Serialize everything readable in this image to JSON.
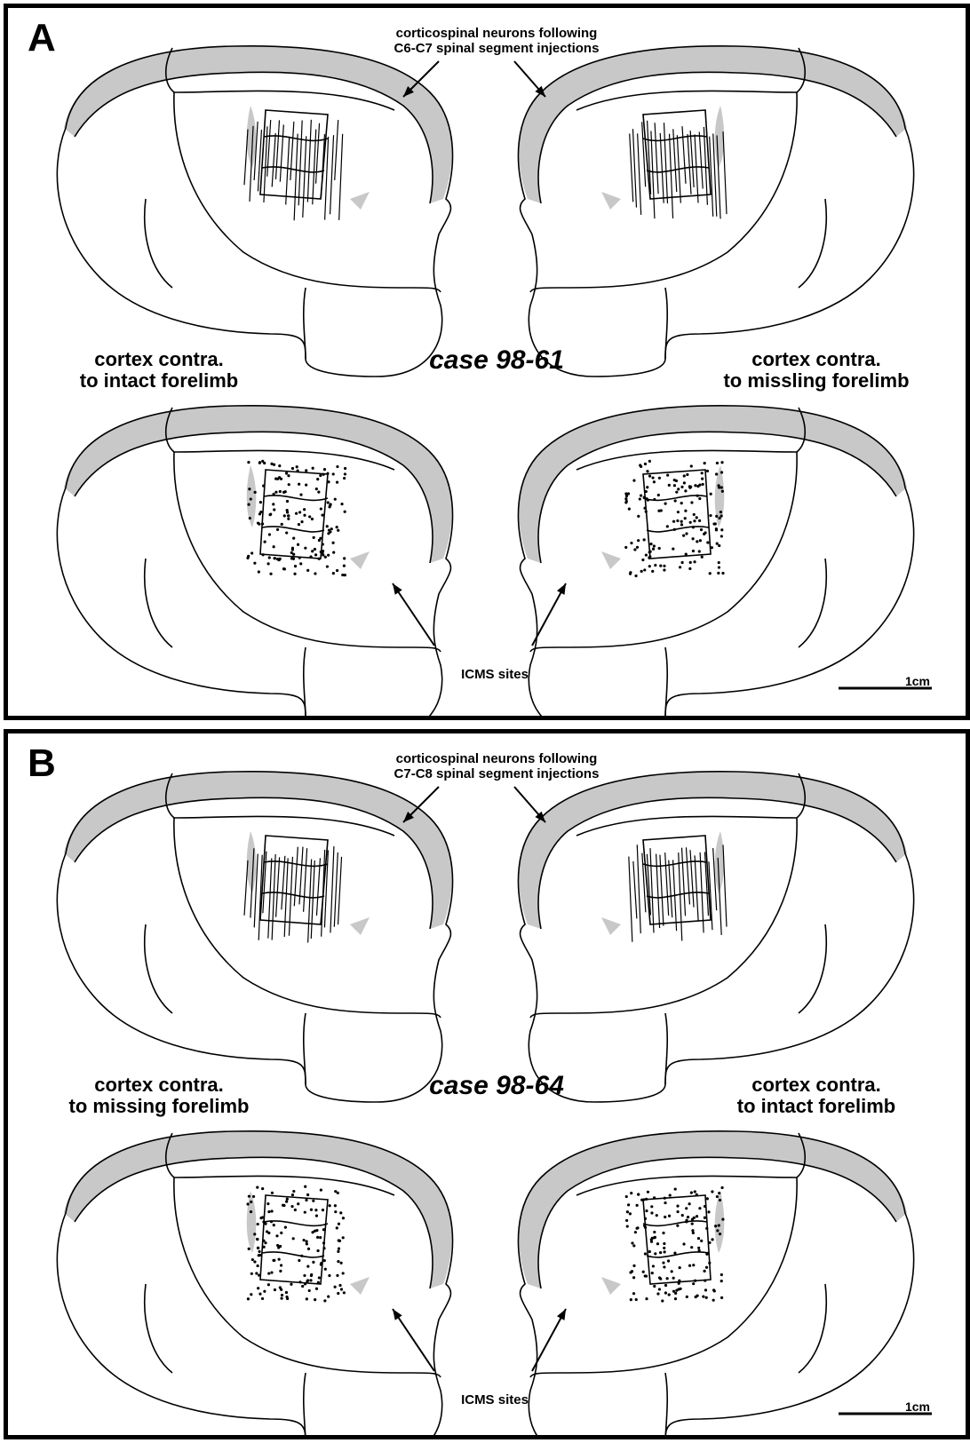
{
  "panels": [
    {
      "letter": "A",
      "top_label": [
        "corticospinal neurons following",
        "C6-C7 spinal segment injections"
      ],
      "left_label": [
        "cortex contra.",
        "to intact forelimb"
      ],
      "case": "case 98-61",
      "right_label": [
        "cortex contra.",
        "to missling forelimb"
      ],
      "bottom_label": "ICMS sites",
      "scale": "1cm"
    },
    {
      "letter": "B",
      "top_label": [
        "corticospinal neurons following",
        "C7-C8 spinal segment injections"
      ],
      "left_label": [
        "cortex contra.",
        "to missing forelimb"
      ],
      "case": "case 98-64",
      "right_label": [
        "cortex contra.",
        "to intact forelimb"
      ],
      "bottom_label": "ICMS sites",
      "scale": "1cm"
    }
  ],
  "colors": {
    "ink": "#000000",
    "shade": "#c8c8c8",
    "background": "#ffffff"
  }
}
